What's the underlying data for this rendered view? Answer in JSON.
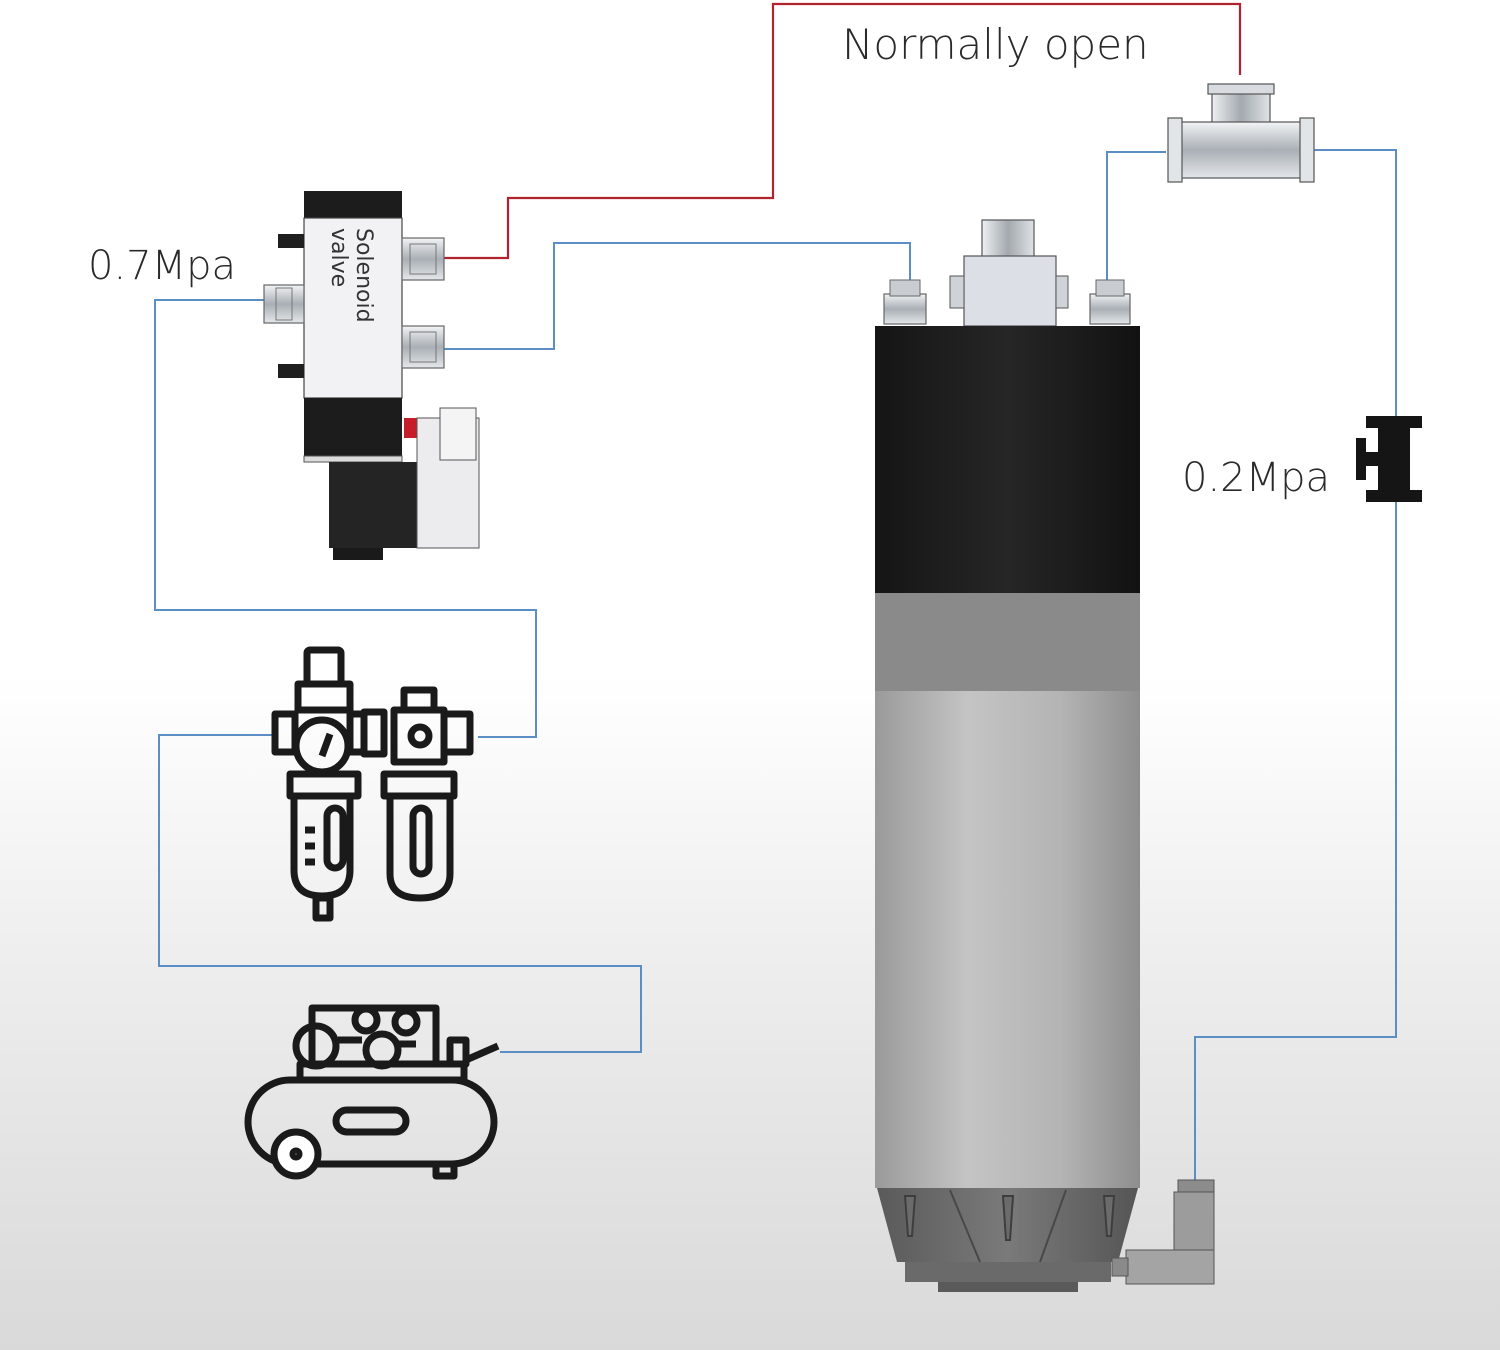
{
  "labels": {
    "normally_open": "Normally open",
    "pressure_high": "0.7Mpa",
    "pressure_low": "0.2Mpa",
    "solenoid_valve": "Solenoid valve"
  },
  "colors": {
    "signal_line": "#b0232f",
    "air_line": "#5b8ec4",
    "spindle_black": "#1c1c1c",
    "spindle_band": "#8c8c8c",
    "spindle_body": "#b9b9b9",
    "icon_stroke": "#1a1a1a"
  },
  "components": [
    {
      "name": "air-compressor-icon"
    },
    {
      "name": "filter-regulator-icon"
    },
    {
      "name": "solenoid-valve"
    },
    {
      "name": "tee-fitting"
    },
    {
      "name": "check-valve"
    },
    {
      "name": "spindle-motor"
    },
    {
      "name": "elbow-fitting"
    }
  ]
}
